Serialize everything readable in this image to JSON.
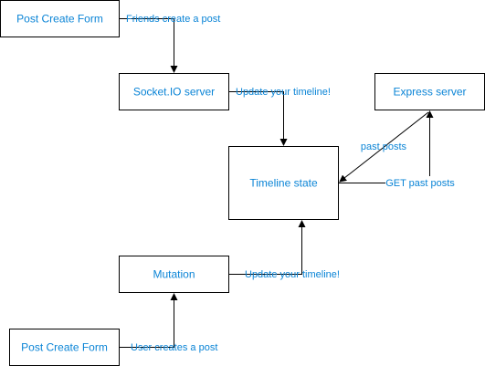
{
  "colors": {
    "stroke": "#000000",
    "label": "#0a84d6",
    "background": "#ffffff"
  },
  "nodes": {
    "post_create_form_top": "Post Create Form",
    "socketio_server": "Socket.IO server",
    "express_server": "Express server",
    "timeline_state": "Timeline state",
    "mutation": "Mutation",
    "post_create_form_bottom": "Post Create Form"
  },
  "edges": {
    "friends_create_post": "Friends create a post",
    "update_timeline_socket": "Update your timeline!",
    "past_posts": "past posts",
    "get_past_posts": "GET past posts",
    "update_timeline_mutation": "Update your timeline!",
    "user_creates_post": "User creates a post"
  }
}
